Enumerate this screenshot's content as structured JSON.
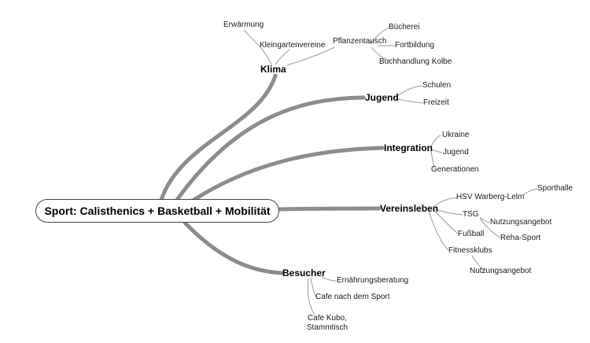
{
  "root": "Sport: Calisthenics + Basketball + Mobilität",
  "branches": {
    "klima": {
      "label": "Klima",
      "children": {
        "erwaermung": "Erwärmung",
        "kleingartenvereine": "Kleingartenvereine",
        "pflanzentausch": "Pflanzentausch",
        "buecherei": "Bücherei",
        "fortbildung": "Fortbildung",
        "buchhandlung": "Buchhandlung Kolbe"
      }
    },
    "jugend": {
      "label": "Jugend",
      "children": {
        "schulen": "Schulen",
        "freizeit": "Freizeit"
      }
    },
    "integration": {
      "label": "Integration",
      "children": {
        "ukraine": "Ukraine",
        "jugend": "Jugend",
        "generationen": "Generationen"
      }
    },
    "vereinsleben": {
      "label": "Vereinsleben",
      "children": {
        "hsv": "HSV Warberg-Lelm",
        "sporthalle": "Sporthalle",
        "tsg": "TSG",
        "nutzung1": "Nutzungsangebot",
        "reha": "Reha-Sport",
        "fussball": "Fußball",
        "fitness": "Fitnessklubs",
        "nutzung2": "Nutzungsangebot"
      }
    },
    "besucher": {
      "label": "Besucher",
      "children": {
        "ernaehrung": "Ernährungsberatung",
        "cafe": "Cafe nach dem Sport",
        "kubo_line1": "Cafe Kubo,",
        "kubo_line2": "Stammtisch"
      }
    }
  },
  "colors": {
    "branch": "#8c8c8c",
    "twig": "#9a9a9a",
    "root_border": "#444444"
  }
}
